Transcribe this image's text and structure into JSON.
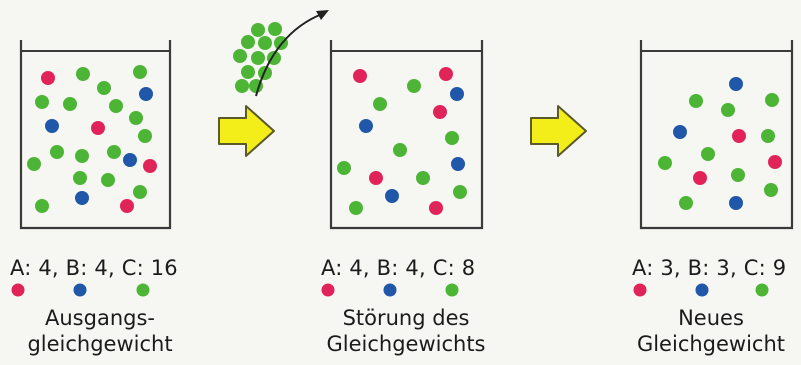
{
  "colors": {
    "A": "#e0245a",
    "B": "#2057a8",
    "C": "#4db535",
    "arrow_fill": "#f3ee1a",
    "arrow_stroke": "#5b5a2a",
    "vessel": "#3a3a3a",
    "background": "#f6f7f3"
  },
  "panels": [
    {
      "count_text": "A: 4,  B: 4,  C: 16",
      "caption_line1": "Ausgangs-",
      "caption_line2": "gleichgewicht"
    },
    {
      "count_text": "A: 4,  B: 4,  C: 8",
      "caption_line1": "Störung des",
      "caption_line2": "Gleichgewichts"
    },
    {
      "count_text": "A: 3,  B: 3,  C: 9",
      "caption_line1": "Neues",
      "caption_line2": "Gleichgewicht"
    }
  ],
  "transition_icons": [
    "right-arrow-icon",
    "right-arrow-icon"
  ],
  "removal_icon": "curved-arrow-icon"
}
